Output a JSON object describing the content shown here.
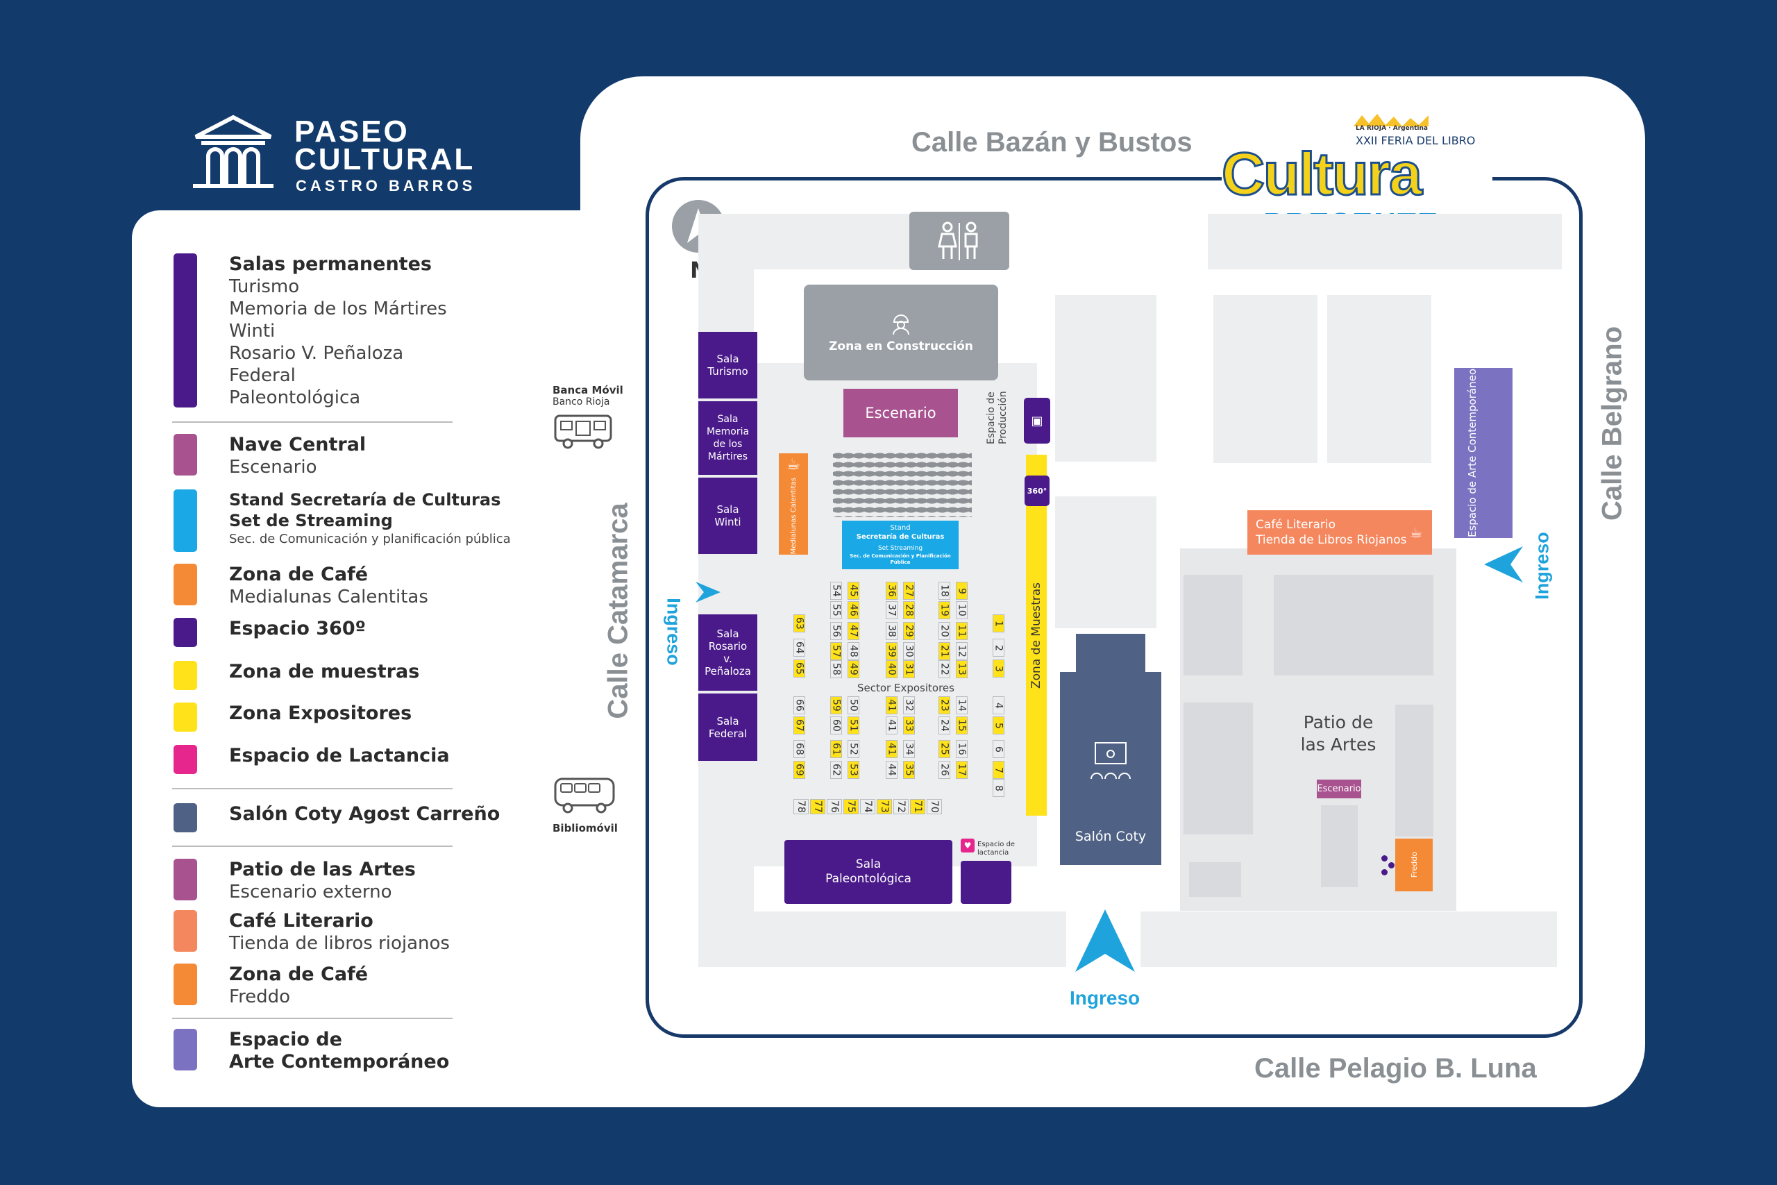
{
  "logo": {
    "line1": "PASEO",
    "line2": "CULTURAL",
    "line3": "CASTRO BARROS"
  },
  "event": {
    "small": "LA RIOJA · Argentina",
    "subtitle": "XXII FERIA DEL LIBRO",
    "title": "Cultura",
    "tagline": "PRESENTE"
  },
  "streets": {
    "north": "Calle Bazán y Bustos",
    "east": "Calle Belgrano",
    "south": "Calle Pelagio B. Luna",
    "west": "Calle Catamarca"
  },
  "compass": {
    "label": "N"
  },
  "legend": [
    {
      "title": "Salas permanentes",
      "items": [
        "Turismo",
        "Memoria de los Mártires",
        "Winti",
        "Rosario V. Peñaloza",
        "Federal",
        "Paleontológica"
      ],
      "color": "#4a1a8a"
    },
    {
      "title": "Nave Central",
      "items": [
        "Escenario"
      ],
      "color": "#a8528f"
    },
    {
      "title": "Stand Secretaría de Culturas",
      "title2": "Set de Streaming",
      "small": "Sec. de Comunicación y planificación pública",
      "color": "#1aa9e6"
    },
    {
      "title": "Zona de Café",
      "items": [
        "Medialunas Calentitas"
      ],
      "color": "#f58a36"
    },
    {
      "title": "Espacio 360º",
      "color": "#4a1a8a"
    },
    {
      "title": "Zona de muestras",
      "color": "#ffe21a"
    },
    {
      "title": "Zona Expositores",
      "color": "#ffe21a"
    },
    {
      "title": "Espacio de Lactancia",
      "color": "#e6258d"
    },
    {
      "title": "Salón Coty Agost Carreño",
      "color": "#4f6286"
    },
    {
      "title": "Patio de las Artes",
      "items": [
        "Escenario externo"
      ],
      "color": "#a8528f"
    },
    {
      "title": "Café Literario",
      "items": [
        "Tienda de libros riojanos"
      ],
      "color": "#f5875e"
    },
    {
      "title": "Zona de Café",
      "items": [
        "Freddo"
      ],
      "color": "#f58a36"
    },
    {
      "title": "Espacio de",
      "title2": "Arte Contemporáneo",
      "color": "#7c72c2"
    }
  ],
  "map": {
    "banca_movil": {
      "title": "Banca Móvil",
      "sub": "Banco Rioja"
    },
    "bibliomovil": "Bibliomóvil",
    "zona_construccion": "Zona en Construcción",
    "escenario": "Escenario",
    "espacio_produccion": "Espacio de Producción",
    "sala_turismo": "Sala Turismo",
    "sala_memoria": "Sala Memoria de los Mártires",
    "sala_winti": "Sala Winti",
    "sala_rosario": "Sala Rosario v. Peñaloza",
    "sala_federal": "Sala Federal",
    "sala_paleo": "Sala Paleontológica",
    "medialunas": "Medialunas Calentitas",
    "stand_title": "Stand",
    "stand_name": "Secretaría de Culturas",
    "stand_sub": "Set Streaming",
    "stand_sub2": "Sec. de Comunicación y Planificación Pública",
    "sector_expositores": "Sector Expositores",
    "zona_muestras": "Zona de Muestras",
    "badge_360": "360°",
    "salon_coty": "Salón Coty",
    "patio_artes": "Patio de las Artes",
    "escenario_patio": "Escenario",
    "cafe_literario": "Café Literario",
    "tienda_libros": "Tienda de Libros Riojanos",
    "arte_contemporaneo": "Espacio de Arte Contemporáneo",
    "espacio_lactancia": "Espacio de lactancia",
    "freddo": "Freddo",
    "ingreso_west": "Ingreso",
    "ingreso_east": "Ingreso",
    "ingreso_south": "Ingreso"
  }
}
